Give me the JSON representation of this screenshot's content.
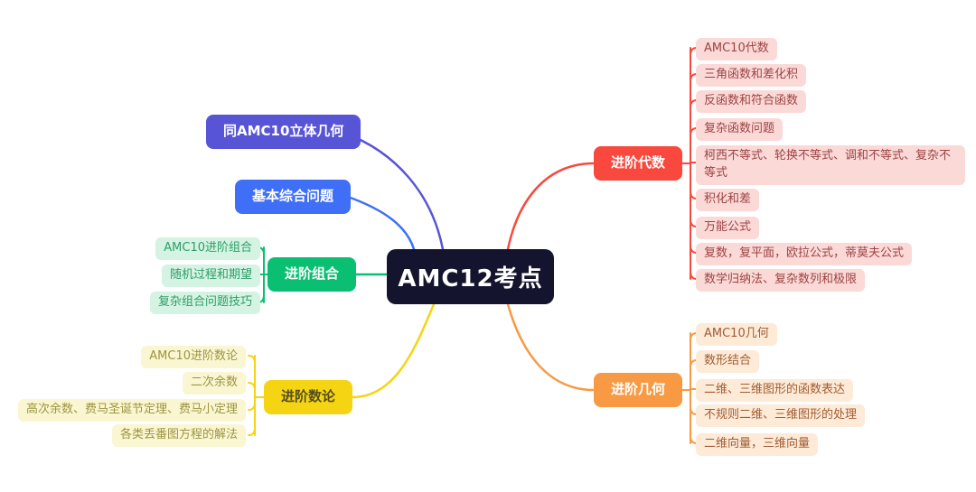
{
  "root": {
    "label": "AMC12考点",
    "bg": "#14142e",
    "text_color": "#ffffff"
  },
  "branches": [
    {
      "id": "solid-geometry",
      "label": "同AMC10立体几何",
      "color": "#5854d6",
      "text_color": "#ffffff",
      "children": []
    },
    {
      "id": "basic-comprehensive",
      "label": "基本综合问题",
      "color": "#3e6ff6",
      "text_color": "#ffffff",
      "children": []
    },
    {
      "id": "advanced-combinatorics",
      "label": "进阶组合",
      "color": "#0abf72",
      "text_color": "#ffffff",
      "child_bg": "#d4f3e3",
      "child_text": "#2e9e68",
      "children": [
        {
          "label": "AMC10进阶组合"
        },
        {
          "label": "随机过程和期望"
        },
        {
          "label": "复杂组合问题技巧"
        }
      ]
    },
    {
      "id": "advanced-number-theory",
      "label": "进阶数论",
      "color": "#f5d513",
      "text_color": "#554d1e",
      "child_bg": "#faf6d2",
      "child_text": "#9d9440",
      "children": [
        {
          "label": "AMC10进阶数论"
        },
        {
          "label": "二次余数"
        },
        {
          "label": "高次余数、费马圣诞节定理、费马小定理"
        },
        {
          "label": "各类丢番图方程的解法"
        }
      ]
    },
    {
      "id": "advanced-algebra",
      "label": "进阶代数",
      "color": "#f9483d",
      "text_color": "#ffffff",
      "child_bg": "#fbd9d7",
      "child_text": "#9c4343",
      "children": [
        {
          "label": "AMC10代数"
        },
        {
          "label": "三角函数和差化积"
        },
        {
          "label": "反函数和符合函数"
        },
        {
          "label": "复杂函数问题"
        },
        {
          "label": "柯西不等式、轮换不等式、调和不等式、复杂不等式"
        },
        {
          "label": "积化和差"
        },
        {
          "label": "万能公式"
        },
        {
          "label": "复数，复平面，欧拉公式，蒂莫夫公式"
        },
        {
          "label": "数学归纳法、复杂数列和极限"
        }
      ]
    },
    {
      "id": "advanced-geometry",
      "label": "进阶几何",
      "color": "#f79a43",
      "text_color": "#ffffff",
      "child_bg": "#fdead7",
      "child_text": "#a05c33",
      "children": [
        {
          "label": "AMC10几何"
        },
        {
          "label": "数形结合"
        },
        {
          "label": "二维、三维图形的函数表达"
        },
        {
          "label": "不规则二维、三维图形的处理"
        },
        {
          "label": "二维向量，三维向量"
        }
      ]
    }
  ]
}
